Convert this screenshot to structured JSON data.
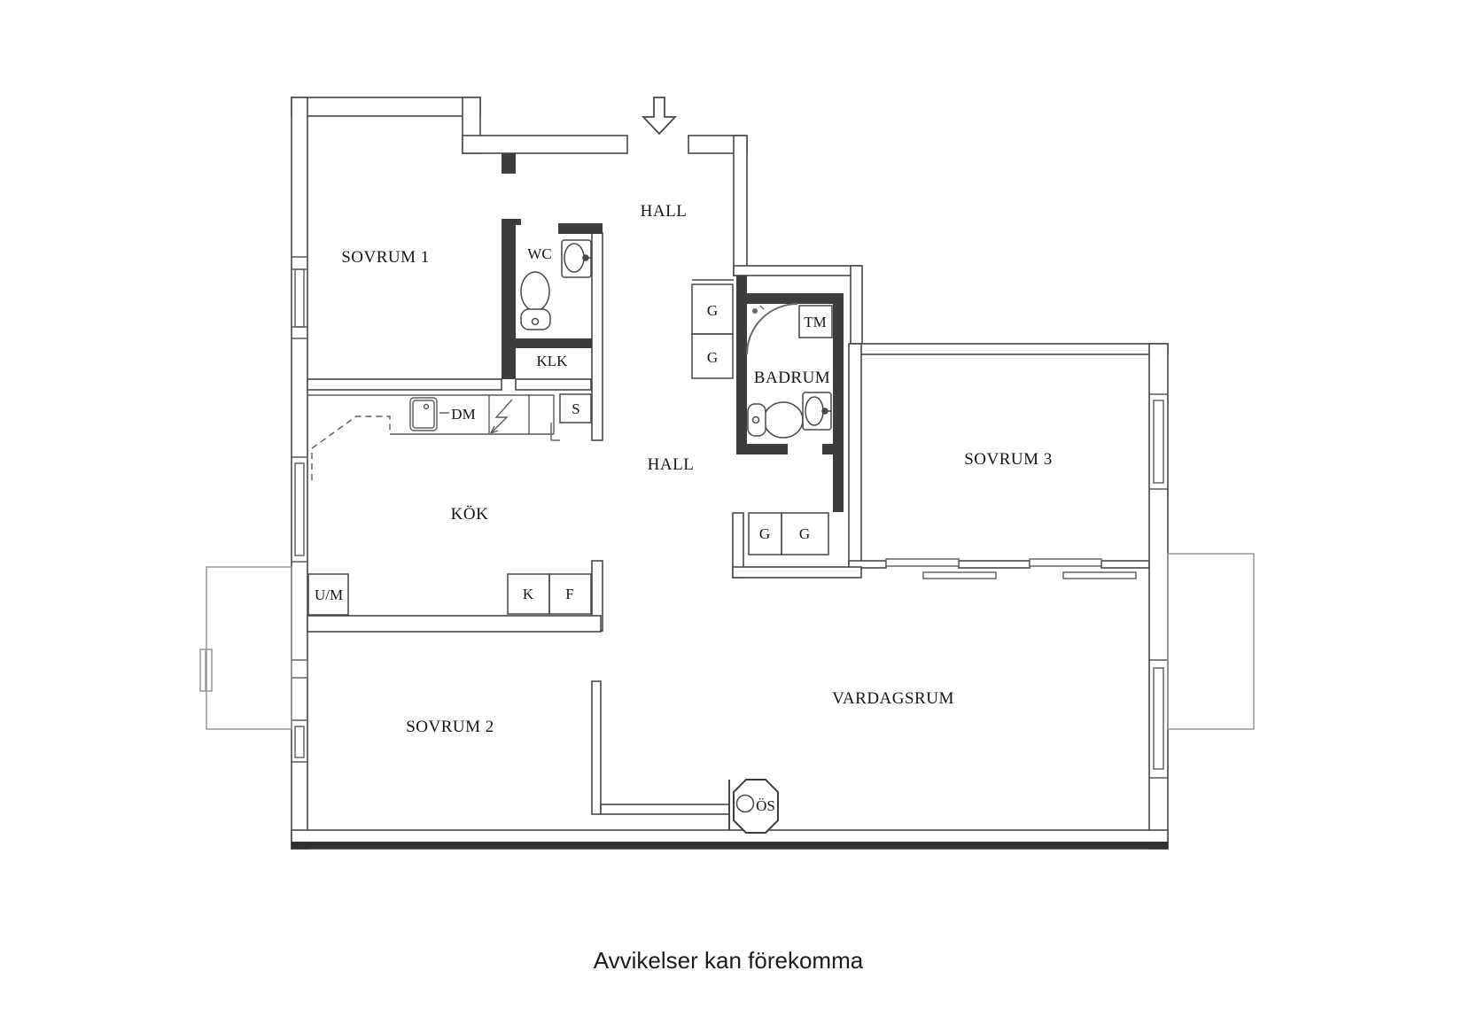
{
  "note": "Avvikelser kan förekomma",
  "rooms": {
    "sovrum1": "SOVRUM 1",
    "sovrum2": "SOVRUM 2",
    "sovrum3": "SOVRUM 3",
    "wc": "WC",
    "klk": "KLK",
    "hall_upper": "HALL",
    "hall_lower": "HALL",
    "badrum": "BADRUM",
    "kok": "KÖK",
    "vardagsrum": "VARDAGSRUM"
  },
  "labels": {
    "tm": "TM",
    "dm": "DM",
    "s": "S",
    "g": "G",
    "um": "U/M",
    "k": "K",
    "f": "F",
    "os": "ÖS"
  },
  "colors": {
    "wall_line": "#474747",
    "wall_solid": "#3d3d3d",
    "outer_edge_dark": "#303030",
    "balcony_line": "#969696",
    "text": "#141414"
  }
}
